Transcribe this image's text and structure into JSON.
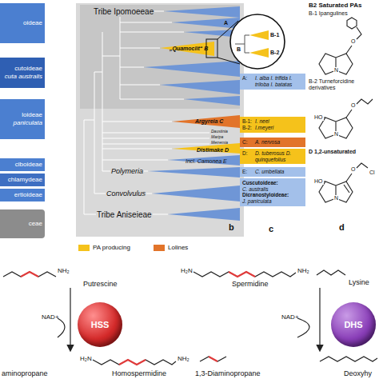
{
  "diagram": {
    "nodes": [
      {
        "text": [
          "oideae"
        ]
      },
      {
        "text": [
          "cutoideae",
          "cuta australis"
        ]
      },
      {
        "text": [
          "loideae",
          "paniculata"
        ]
      },
      {
        "text": [
          "ciboideae"
        ]
      },
      {
        "text": [
          "chlamydeae"
        ]
      },
      {
        "text": [
          "ertioideae"
        ]
      },
      {
        "text": [
          "ceae"
        ]
      },
      {
        "text": [
          "A:",
          "I. alba I. trifida I. triloba I. batatas"
        ]
      },
      {
        "text": [
          "B-1:",
          "I. neei",
          "B-2:",
          "I.meyeri"
        ]
      },
      {
        "text": [
          "C:",
          "A. nervosa"
        ]
      },
      {
        "text": [
          "D:",
          "D. tuberosus D. quinquefolius"
        ]
      },
      {
        "text": [
          "E:",
          "C. umbellata"
        ]
      },
      {
        "text": [
          "Cuscutoideae:",
          "C. australis",
          "Dicranostyloideae:",
          "J. paniculata"
        ]
      },
      {
        "text": [
          "HSS"
        ]
      },
      {
        "text": [
          "DHS"
        ]
      }
    ],
    "labels": [
      "Tribe Ipomoeeae",
      "A",
      "„Quamoclit“ B",
      "B",
      "B-1",
      "B-2",
      "Argyreia C",
      "Daustinia",
      "Maripa",
      "Merremia",
      "Distimake D",
      "Incl. Camonea E",
      "Polymeria",
      "Convolvulus",
      "Tribe Aniseieae",
      "b",
      "c",
      "B2 Saturated PAs",
      "B-1 Ipangulines",
      "B-2 Turneforcidine derivatives",
      "D 1,2-unsaturated",
      "d",
      "N",
      "O",
      "HO",
      "N",
      "O",
      "HO",
      "N",
      "O",
      "Cl",
      "NH₂",
      "Putrescine",
      "NAD+",
      "aminopropane",
      "H₂N",
      "NH₂",
      "Homospermidine",
      "H₂N",
      "NH₂",
      "Spermidine",
      "Lysine",
      "NAD+",
      "1,3-Diaminopropane",
      "Deoxyhy"
    ],
    "legend": [
      {
        "text": "PA producing",
        "color": "#f5c21b"
      },
      {
        "text": "Lolines",
        "color": "#e2742a"
      }
    ]
  }
}
